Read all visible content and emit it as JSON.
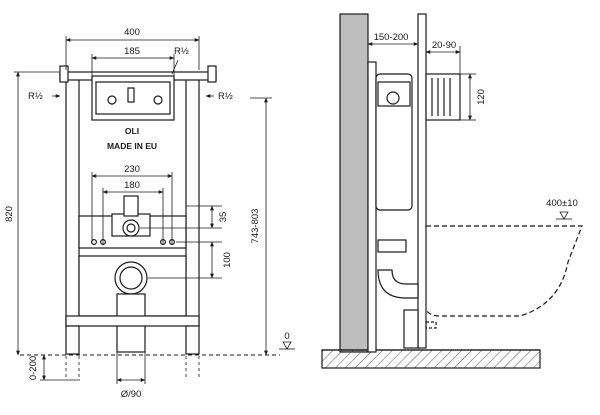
{
  "front_view": {
    "dims": {
      "total_width": "400",
      "plate_width": "185",
      "conn_top": "R½",
      "conn_left": "R½",
      "conn_right": "R½",
      "frame_height": "820",
      "bolt_outer": "230",
      "bolt_inner": "180",
      "dim_35": "35",
      "dim_100": "100",
      "range_height": "743-803",
      "leg_adjust": "0-200",
      "zero_level": "0",
      "drain_diameter": "Ø/90"
    },
    "brand": "OLI",
    "origin": "MADE IN EU"
  },
  "side_view": {
    "dims": {
      "wall_depth": "150-200",
      "plate_depth": "20-90",
      "plate_height": "120",
      "seat_height": "400±10"
    }
  },
  "colors": {
    "line": "#1a1a1a",
    "wall_fill": "#bdbdbd",
    "floor_hatch": "#555555"
  }
}
